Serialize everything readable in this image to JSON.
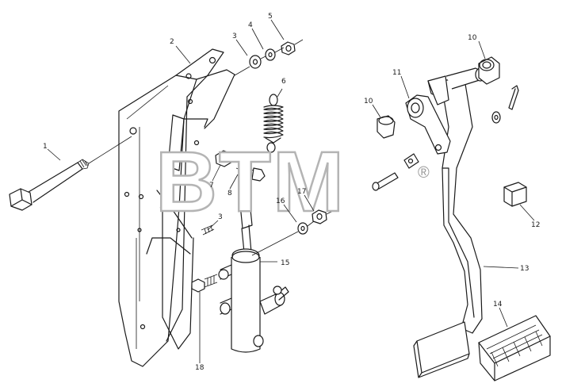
{
  "watermark": {
    "text": "BTM",
    "mark": "®"
  },
  "callouts": [
    "1",
    "2",
    "3",
    "4",
    "5",
    "6",
    "7",
    "8",
    "3",
    "10",
    "11",
    "10",
    "12",
    "13",
    "14",
    "16",
    "17",
    "15",
    "18"
  ]
}
